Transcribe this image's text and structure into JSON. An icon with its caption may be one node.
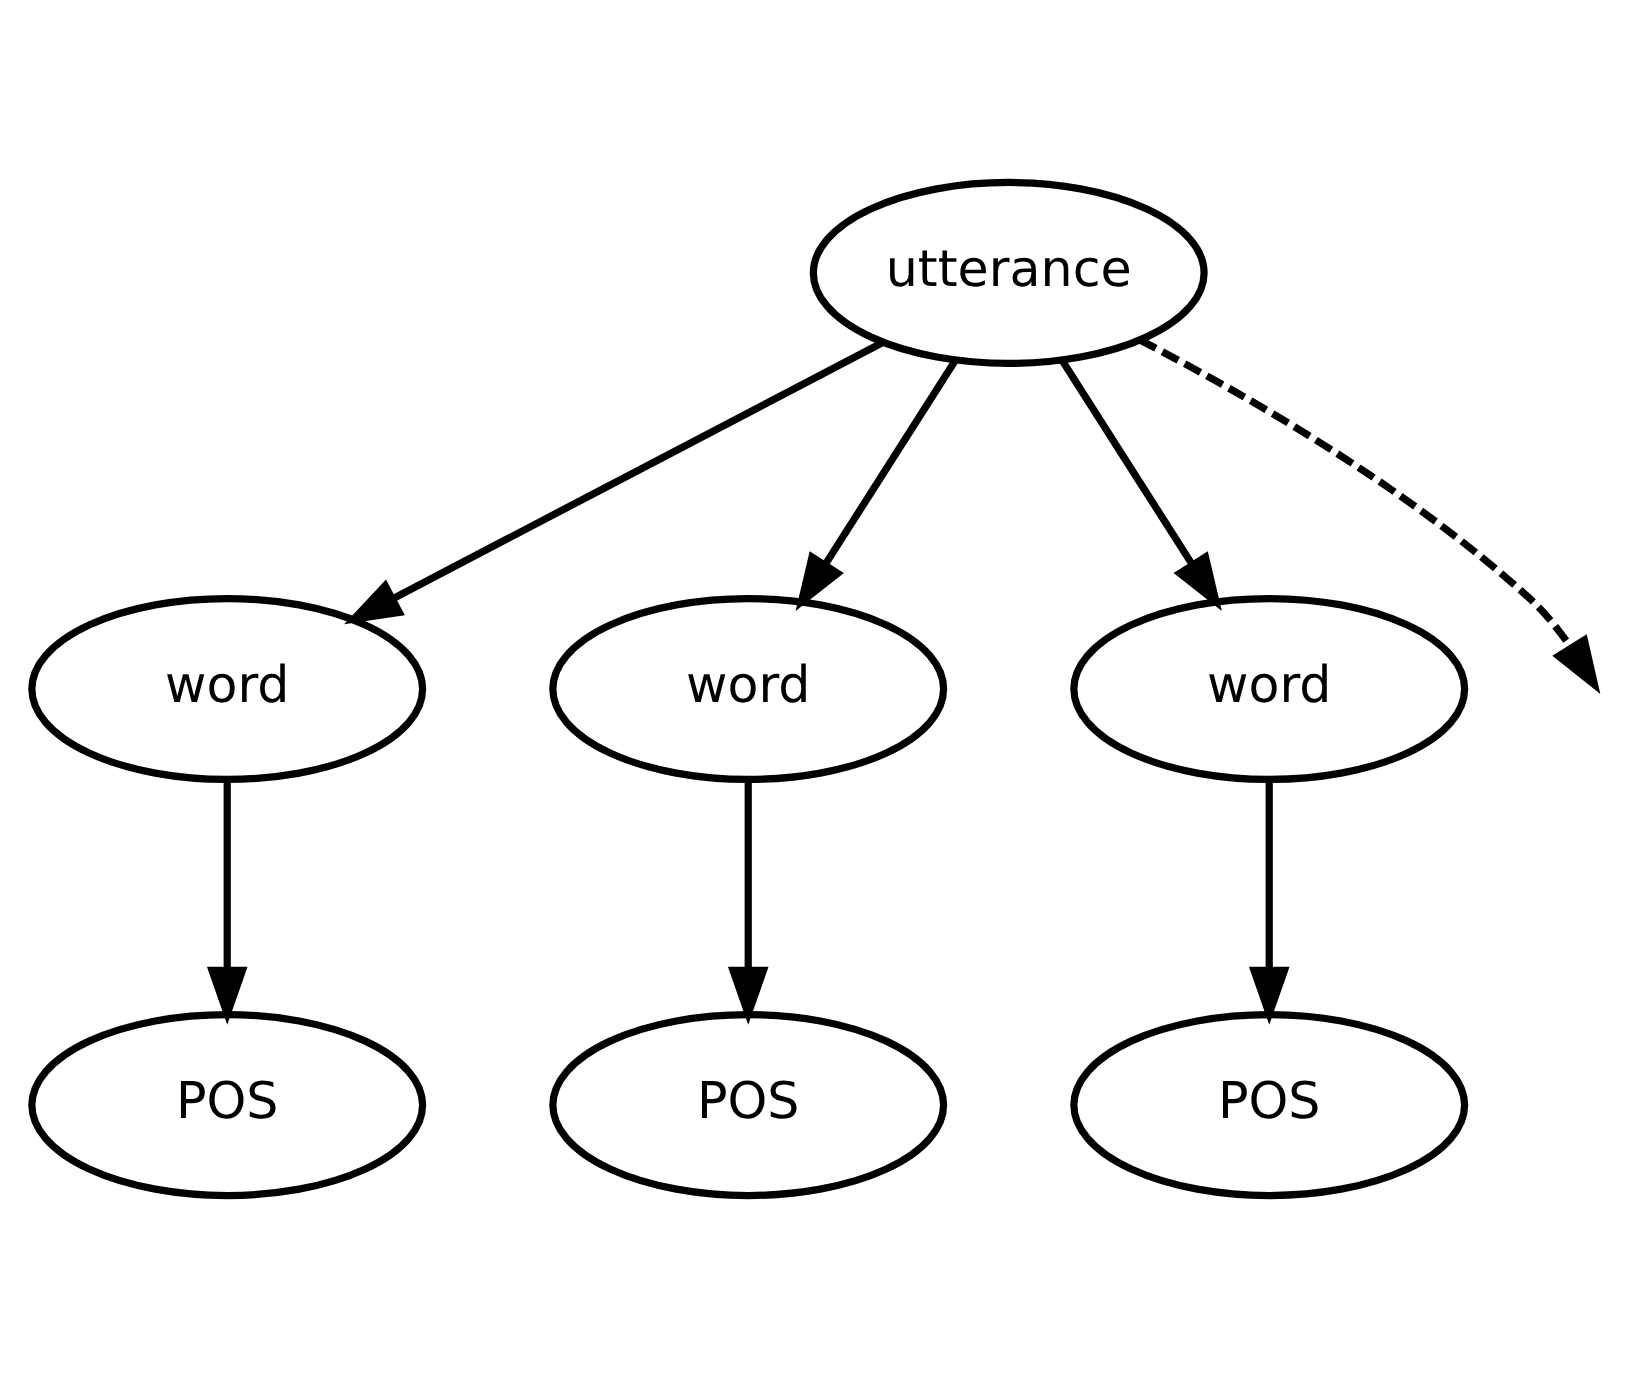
{
  "diagram": {
    "nodes": [
      {
        "text": [
          "utterance"
        ]
      },
      {
        "text": [
          "word"
        ]
      },
      {
        "text": [
          "word"
        ]
      },
      {
        "text": [
          "word"
        ]
      },
      {
        "text": [
          "POS"
        ]
      },
      {
        "text": [
          "POS"
        ]
      },
      {
        "text": [
          "POS"
        ]
      }
    ],
    "edges": [
      {
        "from": 0,
        "to": 1,
        "arrow": "to"
      },
      {
        "from": 0,
        "to": 2,
        "arrow": "to"
      },
      {
        "from": 0,
        "to": 3,
        "arrow": "to"
      },
      {
        "from": 0,
        "to": null,
        "arrow": "to",
        "style": "dashed"
      },
      {
        "from": 1,
        "to": 4,
        "arrow": "to"
      },
      {
        "from": 2,
        "to": 5,
        "arrow": "to"
      },
      {
        "from": 3,
        "to": 6,
        "arrow": "to"
      }
    ]
  }
}
